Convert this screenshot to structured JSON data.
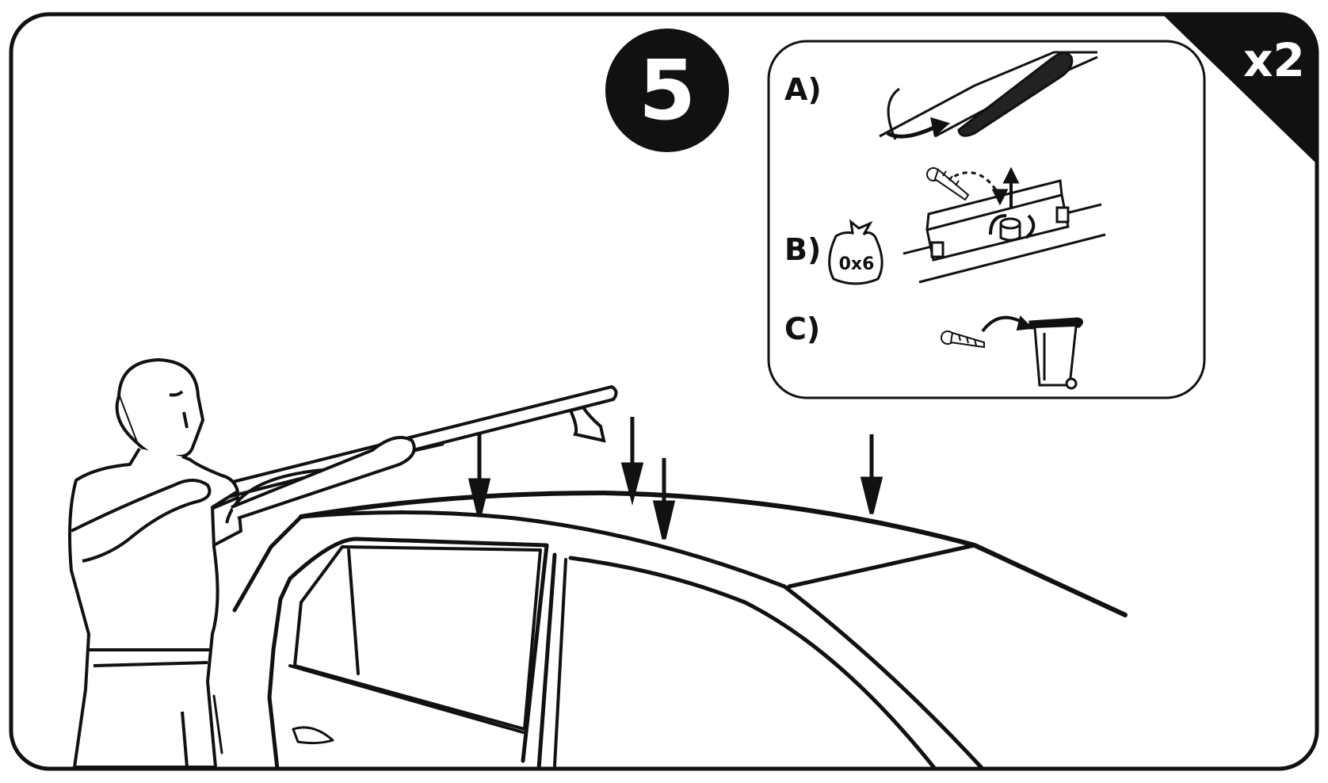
{
  "step": {
    "number": "5",
    "multiplier": "x2"
  },
  "inset": {
    "step_a_label": "A)",
    "step_b_label": "B)",
    "step_c_label": "C)",
    "bag_label": "0x6"
  },
  "colors": {
    "ink": "#111111",
    "paper": "#ffffff",
    "badge_text": "#ffffff"
  },
  "icons": [
    "roof-rack-bar",
    "foot-clamp",
    "screw",
    "rotate-arrow",
    "bag",
    "trash-bin",
    "down-arrow"
  ]
}
